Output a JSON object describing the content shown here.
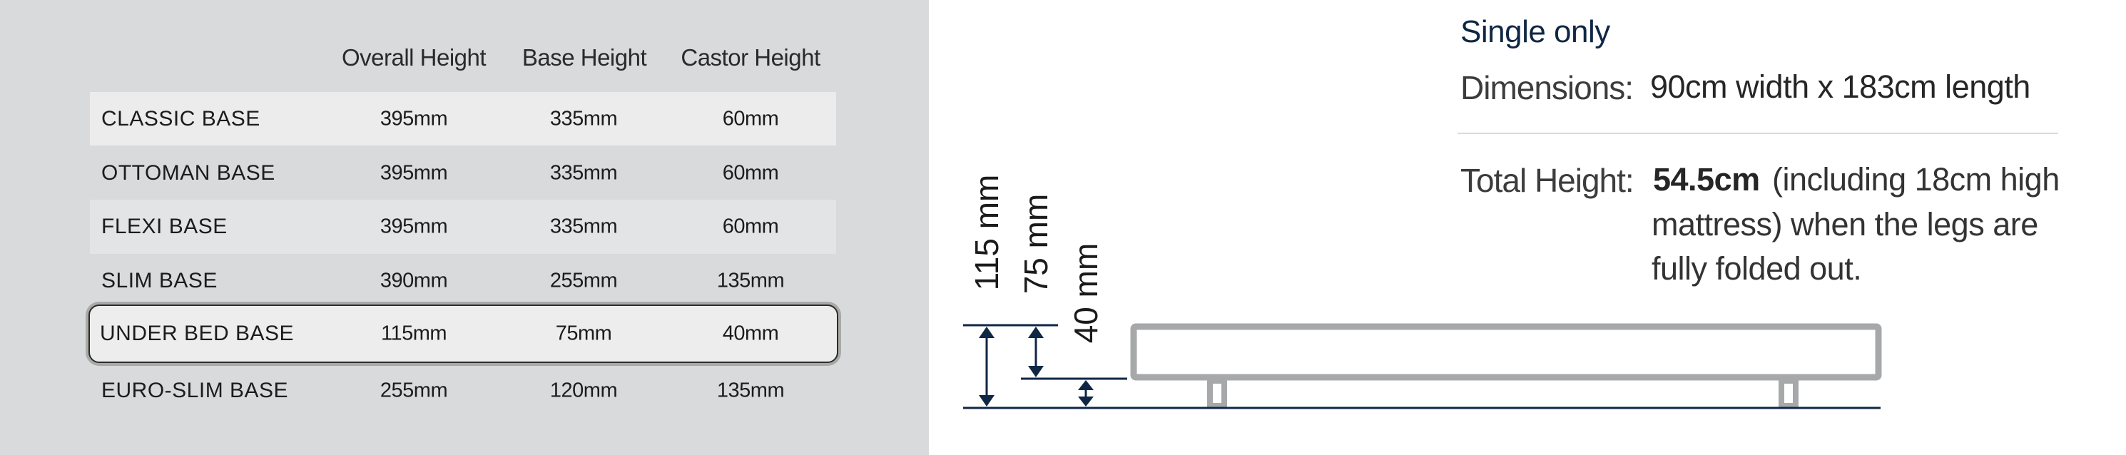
{
  "table": {
    "columns": [
      "Overall Height",
      "Base Height",
      "Castor Height"
    ],
    "rows": [
      {
        "name": "CLASSIC BASE",
        "overall": "395mm",
        "base": "335mm",
        "castor": "60mm",
        "highlighted": false
      },
      {
        "name": "OTTOMAN BASE",
        "overall": "395mm",
        "base": "335mm",
        "castor": "60mm",
        "highlighted": false
      },
      {
        "name": "FLEXI BASE",
        "overall": "395mm",
        "base": "335mm",
        "castor": "60mm",
        "highlighted": false
      },
      {
        "name": "SLIM BASE",
        "overall": "390mm",
        "base": "255mm",
        "castor": "135mm",
        "highlighted": false
      },
      {
        "name": "UNDER BED BASE",
        "overall": "115mm",
        "base": "75mm",
        "castor": "40mm",
        "highlighted": true
      },
      {
        "name": "EURO-SLIM BASE",
        "overall": "255mm",
        "base": "120mm",
        "castor": "135mm",
        "highlighted": false
      }
    ]
  },
  "specs": {
    "title": "Single only",
    "dimensions_label": "Dimensions:",
    "dimensions_value": "90cm width x 183cm length",
    "total_height_label": "Total Height:",
    "total_height_value": "54.5cm",
    "total_height_note_line1": "(including 18cm high",
    "total_height_note_line2": "mattress) when the legs are",
    "total_height_note_line3": "fully folded out."
  },
  "diagram": {
    "overall_label": "115 mm",
    "base_label": "75 mm",
    "castor_label": "40 mm",
    "colors": {
      "dimension_lines": "#0f2744",
      "bed_outline": "#a7a8aa",
      "panel_background": "#d9dadc"
    }
  }
}
